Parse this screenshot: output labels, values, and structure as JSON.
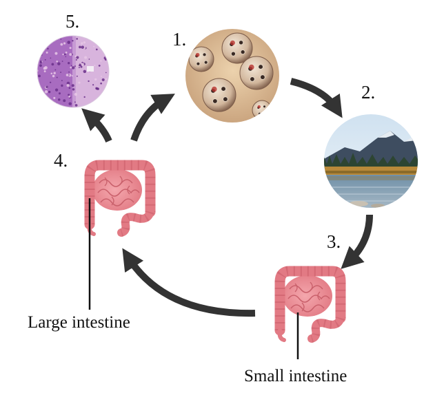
{
  "steps": [
    {
      "number": "5.",
      "description": "tissue micrograph"
    },
    {
      "number": "1.",
      "description": "cysts"
    },
    {
      "number": "2.",
      "description": "water source"
    },
    {
      "number": "3.",
      "description": "small intestine"
    },
    {
      "number": "4.",
      "description": "large intestine"
    }
  ],
  "captions": {
    "large": "Large intestine",
    "small": "Small intestine"
  },
  "colors": {
    "arrow": "#333333",
    "intestine": "#e87d86",
    "intestine_dark": "#c85b67",
    "cyst_bg": "#d9b48c",
    "micrograph": "#b77bc8"
  }
}
